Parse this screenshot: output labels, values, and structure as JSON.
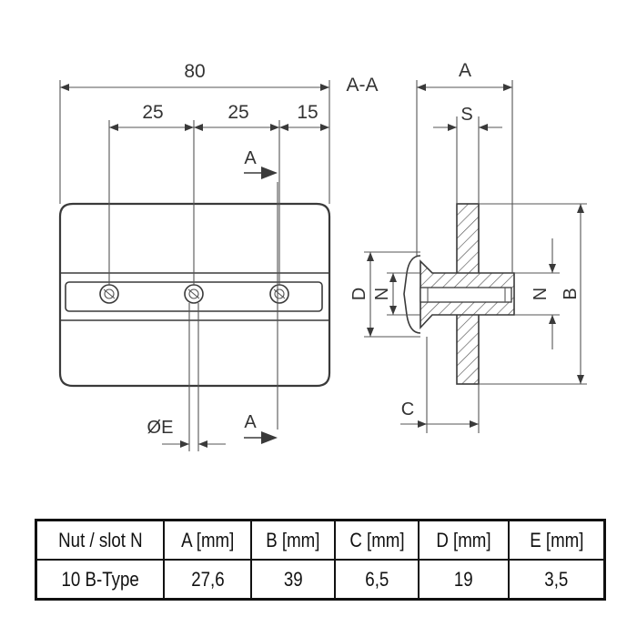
{
  "drawing": {
    "section_label": "A-A",
    "dim_overall": "80",
    "dim_pitch_1": "25",
    "dim_pitch_2": "25",
    "dim_end": "15",
    "section_arrow_top": "A",
    "section_arrow_bottom": "A",
    "hole_diameter": "ØE",
    "side_width": "A",
    "side_step": "S",
    "side_height": "B",
    "side_left_D": "D",
    "side_left_N": "N",
    "side_right_N": "N",
    "side_thickness": "C"
  },
  "table": {
    "headers": [
      "Nut / slot N",
      "A [mm]",
      "B [mm]",
      "C [mm]",
      "D [mm]",
      "E [mm]"
    ],
    "rows": [
      [
        "10 B-Type",
        "27,6",
        "39",
        "6,5",
        "19",
        "3,5"
      ]
    ]
  }
}
